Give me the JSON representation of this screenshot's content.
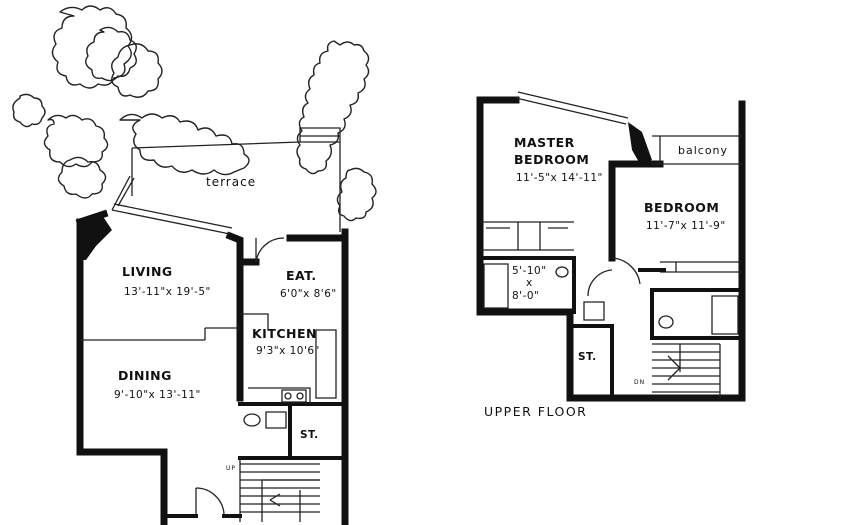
{
  "lower_floor": {
    "terrace": "terrace",
    "living": {
      "name": "LIVING",
      "dims": "13'-11\"x 19'-5\""
    },
    "eat": {
      "name": "EAT.",
      "dims": "6'0\"x 8'6\""
    },
    "kitchen": {
      "name": "KITCHEN",
      "dims": "9'3\"x 10'6\""
    },
    "dining": {
      "name": "DINING",
      "dims": "9'-10\"x 13'-11\""
    },
    "storage": "ST.",
    "stair_up": "UP"
  },
  "upper_floor": {
    "title": "UPPER FLOOR",
    "master": {
      "name_line1": "MASTER",
      "name_line2": "BEDROOM",
      "dims": "11'-5\"x 14'-11\""
    },
    "balcony": "balcony",
    "bedroom": {
      "name": "BEDROOM",
      "dims": "11'-7\"x 11'-9\""
    },
    "bath": {
      "line1": "5'-10\"",
      "line2": "x",
      "line3": "8'-0\""
    },
    "storage": "ST.",
    "stair_dn": "DN"
  }
}
